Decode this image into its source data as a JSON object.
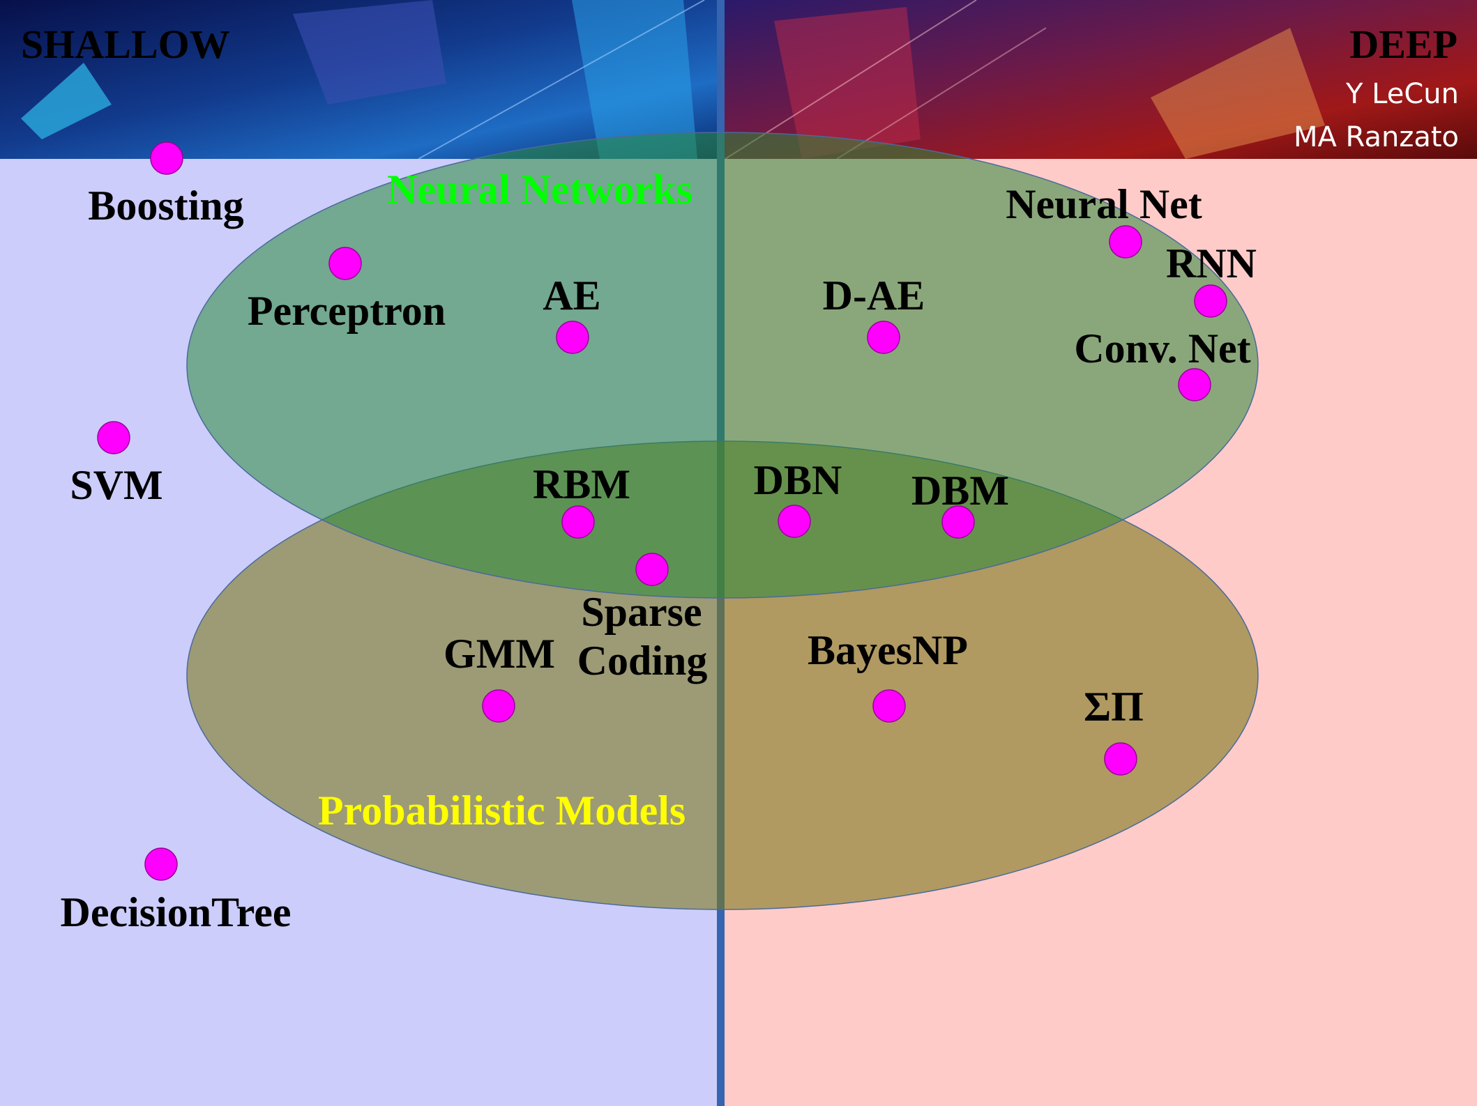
{
  "header": {
    "left_title": "SHALLOW",
    "right_title": "DEEP",
    "authors": [
      "Y LeCun",
      "MA Ranzato"
    ]
  },
  "regions": {
    "neural_networks": "Neural Networks",
    "probabilistic_models": "Probabilistic Models"
  },
  "methods": {
    "boosting": "Boosting",
    "perceptron": "Perceptron",
    "ae": "AE",
    "svm": "SVM",
    "rbm": "RBM",
    "sparse_coding_1": "Sparse",
    "sparse_coding_2": "Coding",
    "gmm": "GMM",
    "decision_tree": "DecisionTree",
    "neural_net": "Neural Net",
    "rnn": "RNN",
    "d_ae": "D-AE",
    "conv_net": "Conv. Net",
    "dbn": "DBN",
    "dbm": "DBM",
    "bayesnp": "BayesNP",
    "sum_product": "ΣΠ"
  },
  "colors": {
    "shallow_bg": "#cccdfb",
    "deep_bg": "#fecbc9",
    "divider": "#3565b0",
    "nn_fill": "#2a8a3a",
    "prob_fill": "#7c7a1e",
    "nn_label": "#00ff00",
    "prob_label": "#ffff00",
    "dot": "#ff00ff"
  }
}
